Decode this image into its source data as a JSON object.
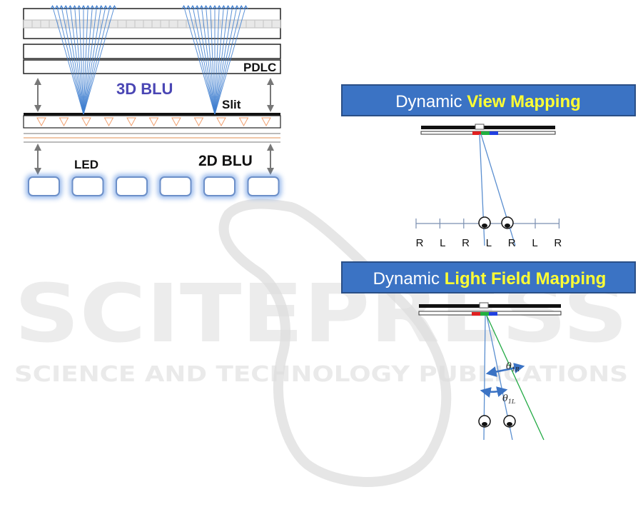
{
  "watermark": {
    "line1": "SCITEPRESS",
    "line2": "SCIENCE AND TECHNOLOGY PUBLICATIONS",
    "color": "#dcdcdc"
  },
  "left_diagram": {
    "label_3d_blu": "3D BLU",
    "label_pdlc": "PDLC",
    "label_slit": "Slit",
    "label_led": "LED",
    "label_2d_blu": "2D BLU",
    "blu_text_color": "#4a46b4",
    "ray_color": "#3f7fd0",
    "led_glow_color": "#5a8fe0"
  },
  "view_mapping": {
    "banner": {
      "prefix": "Dynamic ",
      "highlight": "View Mapping"
    },
    "zone_labels": [
      "R",
      "L",
      "R",
      "L",
      "R",
      "L",
      "R"
    ]
  },
  "light_field_mapping": {
    "banner": {
      "prefix": "Dynamic ",
      "highlight": "Light Field Mapping"
    },
    "angle_1r": {
      "base": "θ",
      "sub": "1R"
    },
    "angle_1l": {
      "base": "θ",
      "sub": "1L"
    }
  },
  "colors": {
    "banner_fill": "#3b73c4",
    "banner_border": "#2a4f87",
    "banner_prefix": "#ffffff",
    "banner_highlight": "#ffff33",
    "pixel_red": "#e02020",
    "pixel_green": "#20b040",
    "pixel_blue": "#2040e0",
    "light_field_ray": "#22aa44"
  }
}
